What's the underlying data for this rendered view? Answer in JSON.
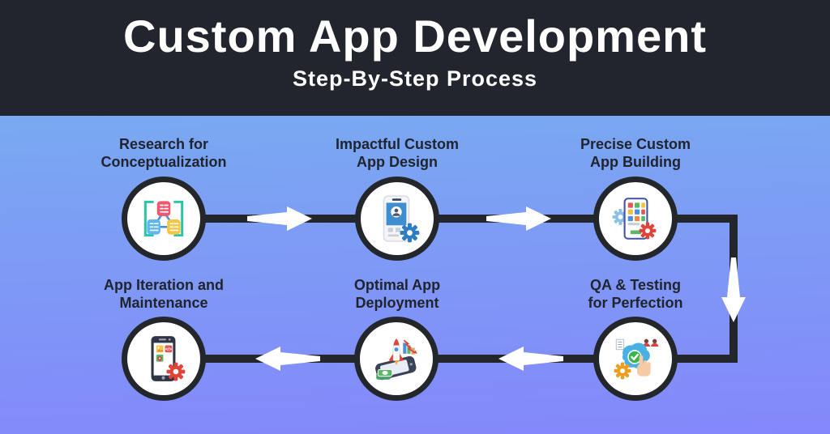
{
  "header": {
    "title": "Custom App Development",
    "subtitle": "Step-By-Step Process"
  },
  "colors": {
    "header_background": "#22252e",
    "header_text": "#ffffff",
    "background_gradient_top": "#79a9f1",
    "background_gradient_bottom": "#8487fb",
    "connector": "#23262b",
    "arrow": "#ffffff",
    "label_text": "#20242f",
    "circle_fill": "#ffffff"
  },
  "flow": {
    "steps": [
      {
        "order": 1,
        "line1": "Research for",
        "line2": "Conceptualization",
        "icon": "research-flowchart-icon"
      },
      {
        "order": 2,
        "line1": "Impactful Custom",
        "line2": "App Design",
        "icon": "app-design-icon"
      },
      {
        "order": 3,
        "line1": "Precise Custom",
        "line2": "App Building",
        "icon": "app-building-icon"
      },
      {
        "order": 4,
        "line1": "QA & Testing",
        "line2": "for Perfection",
        "icon": "qa-testing-icon"
      },
      {
        "order": 5,
        "line1": "Optimal App",
        "line2": "Deployment",
        "icon": "app-deployment-icon"
      },
      {
        "order": 6,
        "line1": "App Iteration and",
        "line2": "Maintenance",
        "icon": "app-maintenance-icon"
      }
    ],
    "arrows": [
      {
        "name": "arrow-step1-to-step2",
        "direction": "right"
      },
      {
        "name": "arrow-step2-to-step3",
        "direction": "right"
      },
      {
        "name": "arrow-step3-to-step4",
        "direction": "down"
      },
      {
        "name": "arrow-step4-to-step5",
        "direction": "left"
      },
      {
        "name": "arrow-step5-to-step6",
        "direction": "left"
      }
    ]
  }
}
